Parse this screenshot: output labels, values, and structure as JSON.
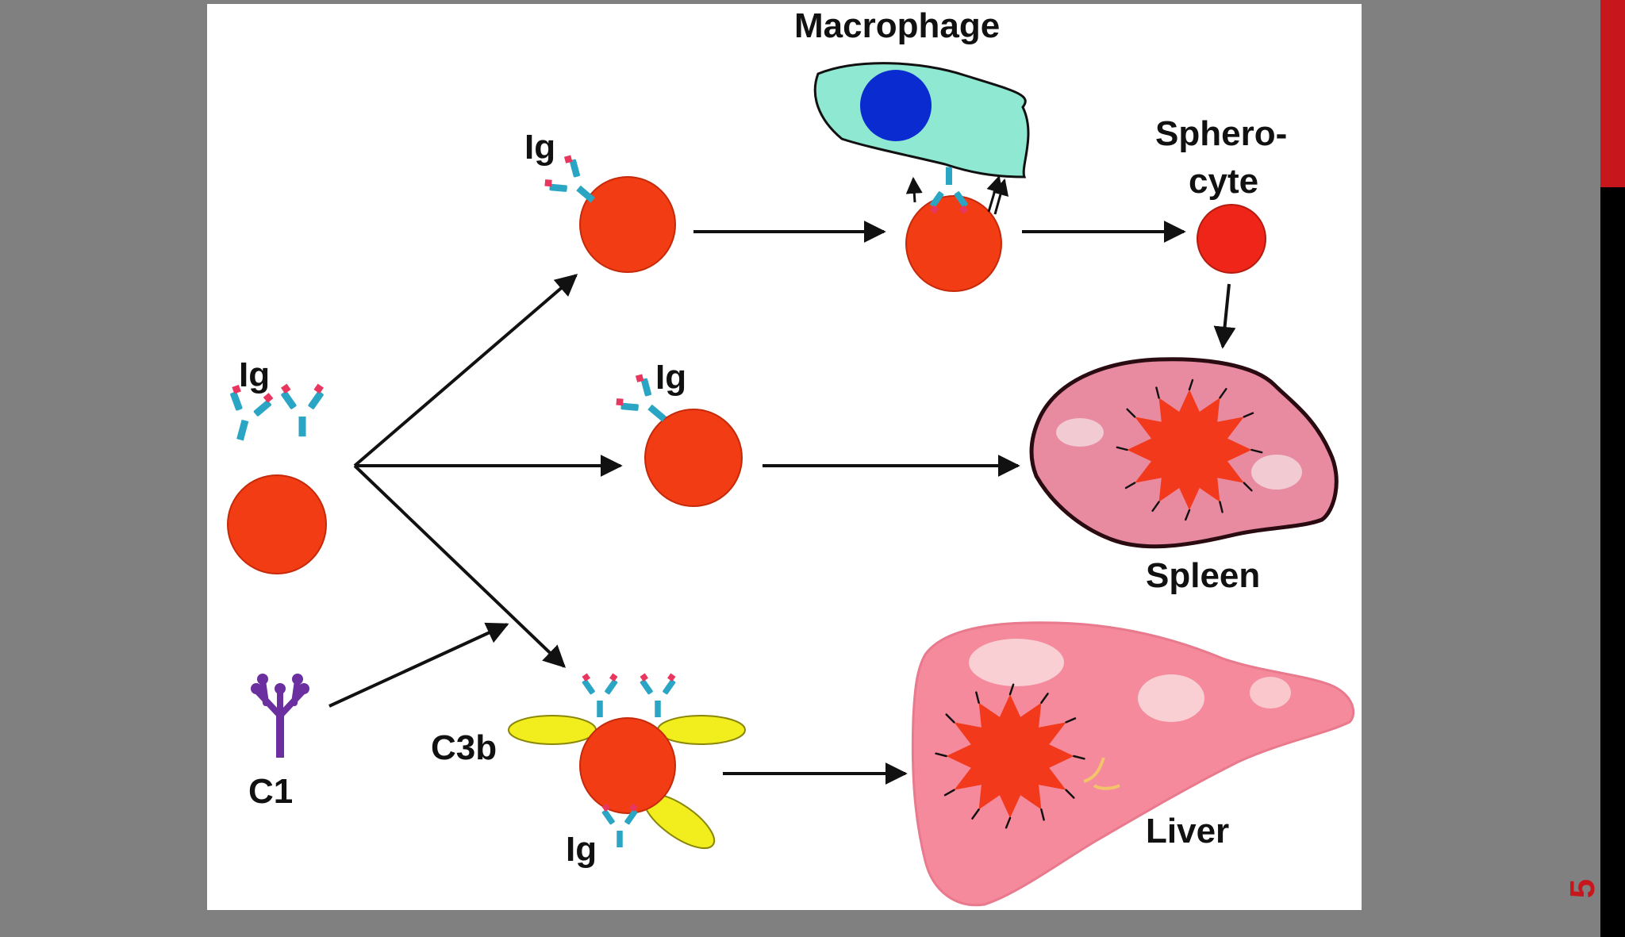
{
  "labels": {
    "macrophage": "Macrophage",
    "spherocyte_line1": "Sphero-",
    "spherocyte_line2": "cyte",
    "ig_top": "Ig",
    "ig_left": "Ig",
    "ig_middle": "Ig",
    "ig_bottom": "Ig",
    "c3b": "C3b",
    "c1": "C1",
    "spleen": "Spleen",
    "liver": "Liver"
  },
  "slide_number": "5",
  "colors": {
    "background": "#808080",
    "panel": "#ffffff",
    "red_cell": "#f23c14",
    "antibody_blue": "#2aa6c4",
    "antibody_pink": "#e8365f",
    "macrophage_body": "#8ee8d2",
    "macrophage_nucleus": "#0a2bd0",
    "c3b_yellow": "#f2ee1e",
    "c1_purple": "#6b2fa0",
    "spleen": "#e88aa0",
    "liver": "#f48a9c",
    "arrow": "#111111",
    "accent_red": "#c8161d"
  }
}
